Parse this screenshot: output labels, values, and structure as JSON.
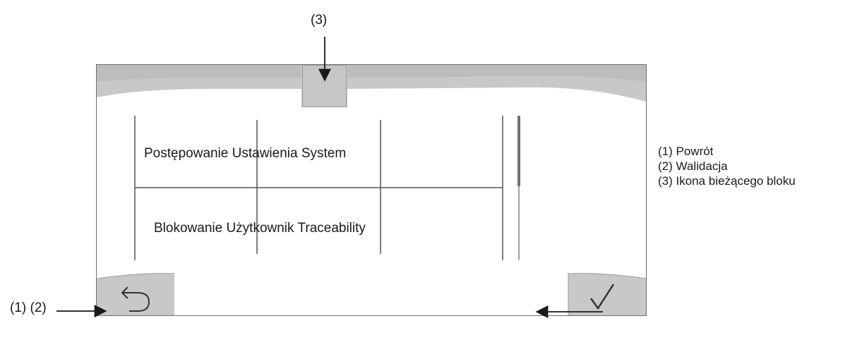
{
  "callouts": {
    "top": "(3)",
    "bottom_left": "(1) (2)"
  },
  "screen": {
    "menu_row_1": "Postępowanie Ustawienia System",
    "menu_row_2": "Blokowanie Użytkownik Traceability",
    "back_icon": "undo-arrow",
    "validate_icon": "check-mark",
    "current_block_icon": "blank-square"
  },
  "legend": [
    "(1) Powrót",
    "(2) Walidacja",
    "(3) Ikona bieżącego bloku"
  ],
  "colors": {
    "bar": "#c8c8c8",
    "frame": "#6e6e6e",
    "line": "#555555"
  }
}
